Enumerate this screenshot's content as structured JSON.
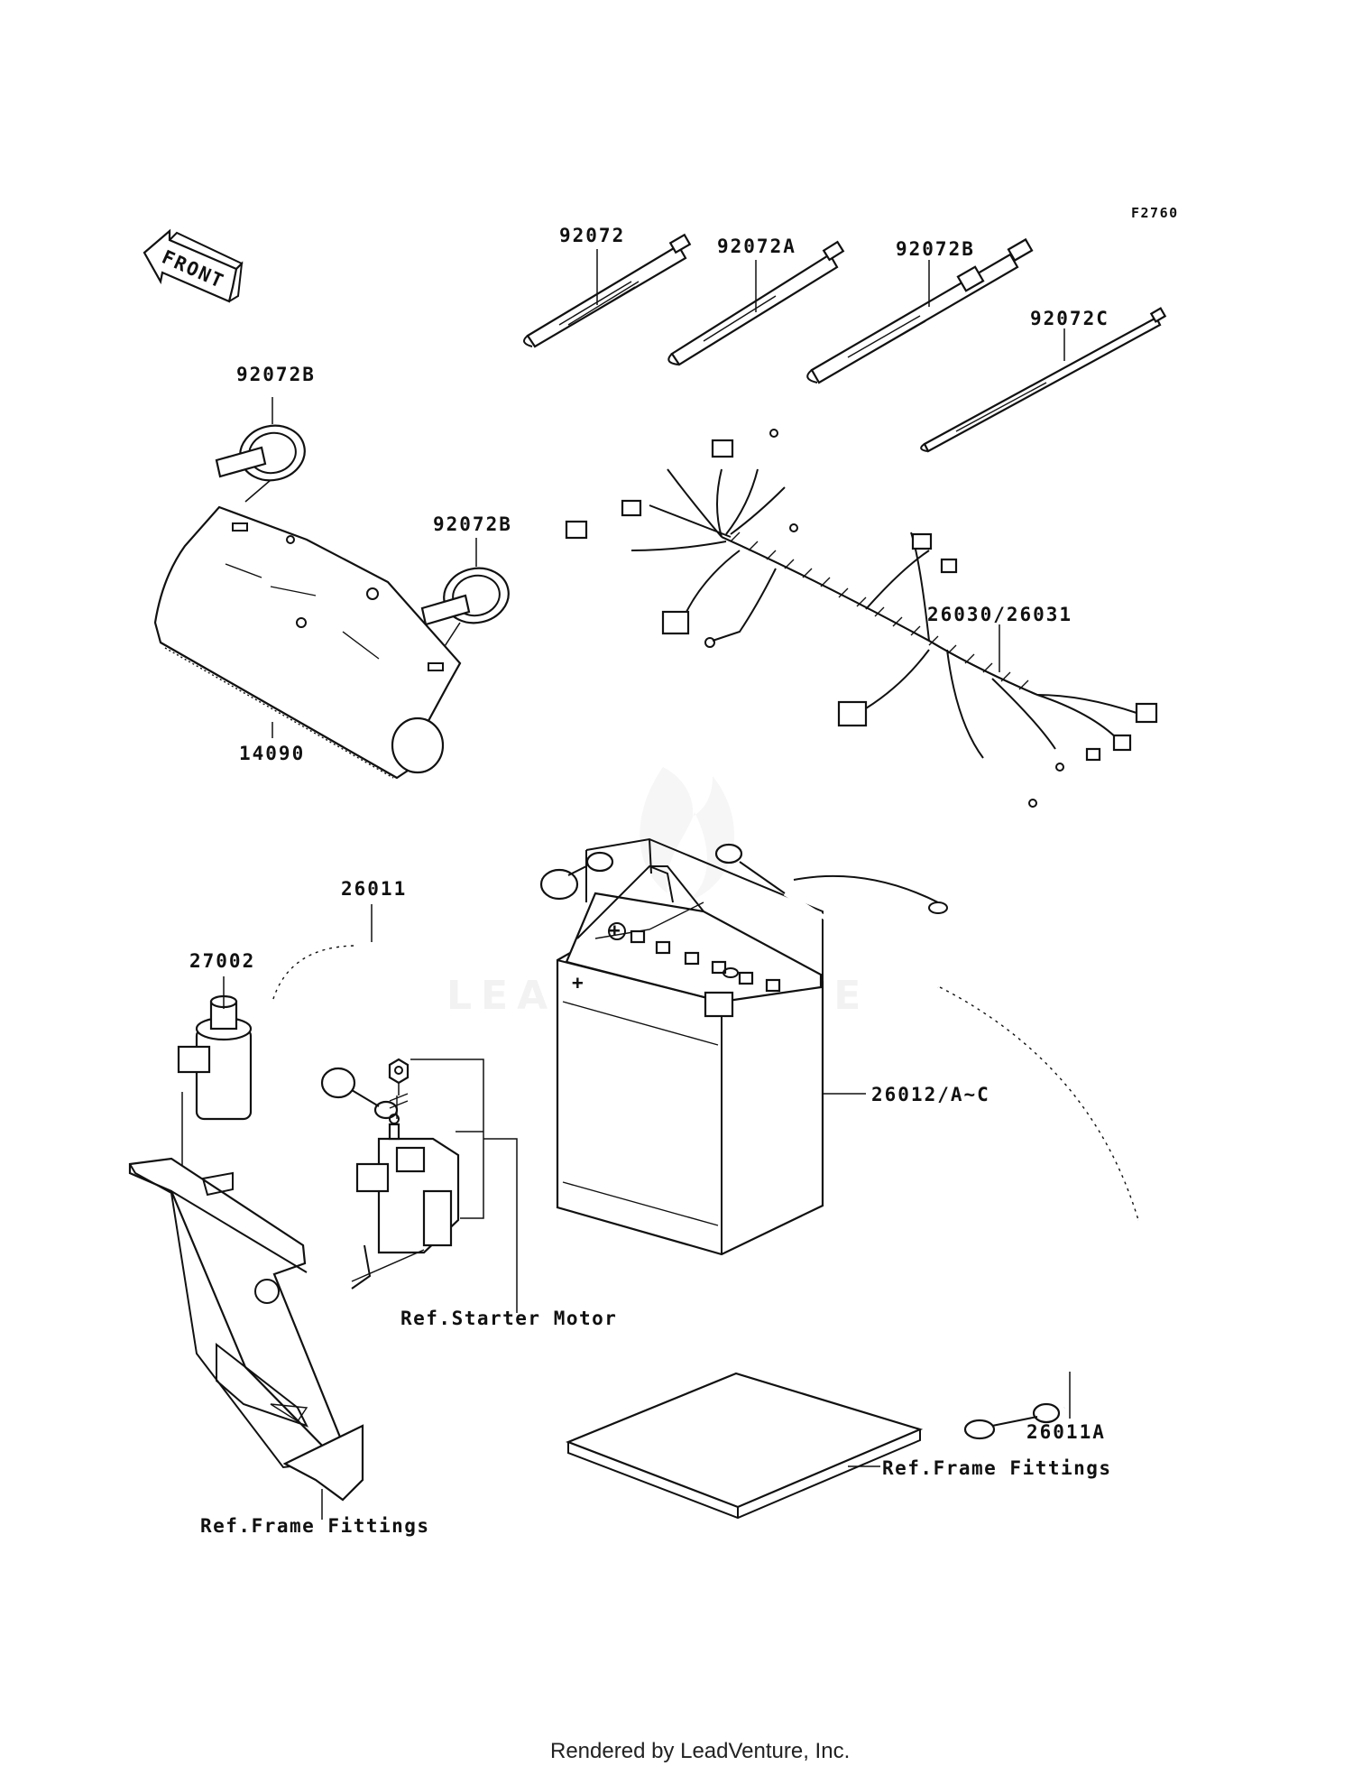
{
  "diagram": {
    "figure_code": "F2760",
    "front_arrow_label": "FRONT",
    "watermark": "LEADVENTURE",
    "footer": "Rendered by LeadVenture, Inc.",
    "labels": {
      "p92072": "92072",
      "p92072A": "92072A",
      "p92072B_top": "92072B",
      "p92072C": "92072C",
      "p92072B_left": "92072B",
      "p92072B_mid": "92072B",
      "p14090": "14090",
      "p26030": "26030/26031",
      "p26011": "26011",
      "p27002": "27002",
      "p26012": "26012/A~C",
      "ref_starter": "Ref.Starter Motor",
      "p26011A": "26011A",
      "ref_frame_right": "Ref.Frame Fittings",
      "ref_frame_left": "Ref.Frame Fittings"
    }
  }
}
